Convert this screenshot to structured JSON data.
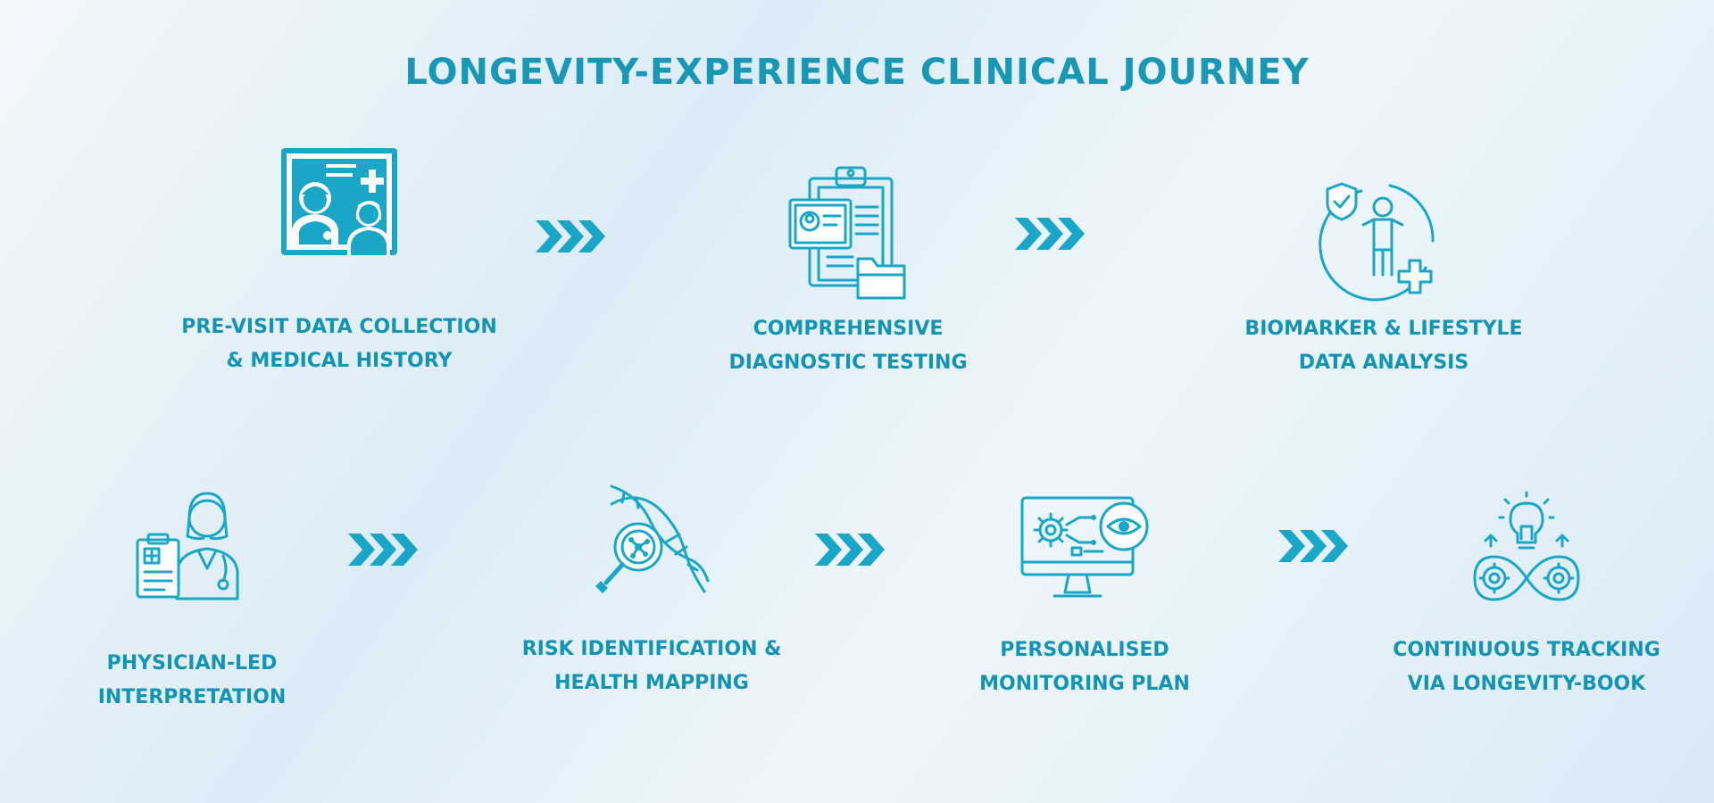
{
  "title": "LONGEVITY-EXPERIENCE CLINICAL JOURNEY",
  "accent_color": "#1aa6c6",
  "text_color": "#1494b4",
  "steps": [
    {
      "line1": "PRE-VISIT DATA COLLECTION",
      "line2": "& MEDICAL HISTORY",
      "icon": "doctor-patient-screen-icon"
    },
    {
      "line1": "COMPREHENSIVE",
      "line2": "DIAGNOSTIC TESTING",
      "icon": "clipboard-folder-icon"
    },
    {
      "line1": "BIOMARKER & LIFESTYLE",
      "line2": "DATA ANALYSIS",
      "icon": "person-shield-plus-icon"
    },
    {
      "line1": "PHYSICIAN-LED",
      "line2": "INTERPRETATION",
      "icon": "physician-clipboard-icon"
    },
    {
      "line1": "RISK IDENTIFICATION &",
      "line2": "HEALTH MAPPING",
      "icon": "dna-magnifier-icon"
    },
    {
      "line1": "PERSONALISED",
      "line2": "MONITORING PLAN",
      "icon": "monitor-gear-eye-icon"
    },
    {
      "line1": "CONTINUOUS TRACKING",
      "line2": "VIA LONGEVITY-BOOK",
      "icon": "bulb-gears-loop-icon"
    }
  ]
}
